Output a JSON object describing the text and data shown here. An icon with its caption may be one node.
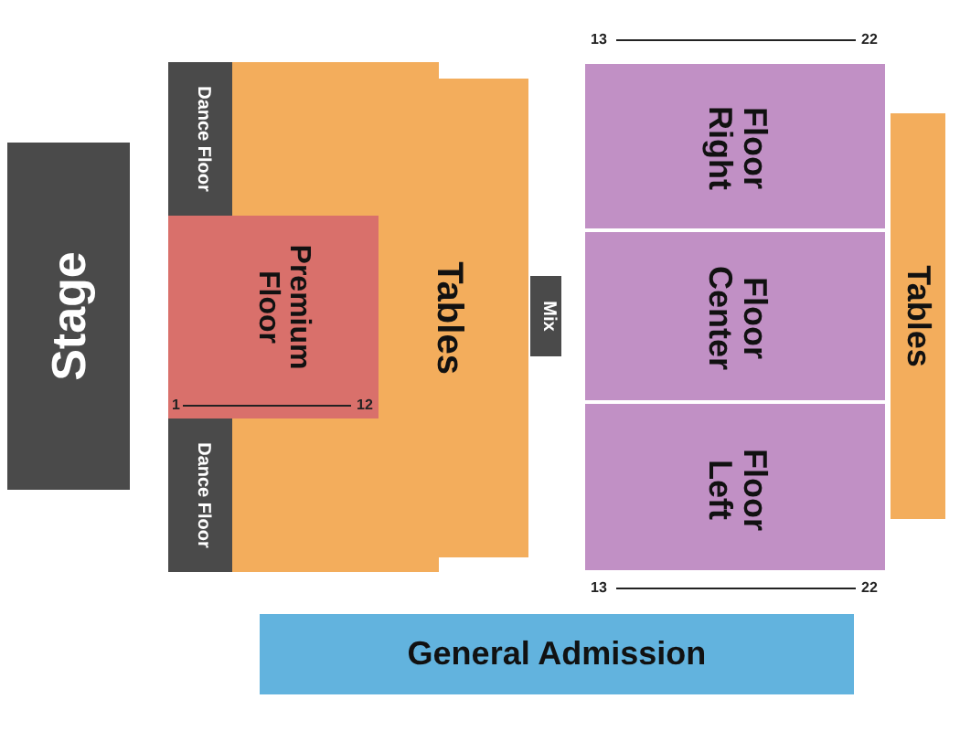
{
  "diagram": {
    "nodes": [
      {
        "text": [
          "Stage"
        ]
      },
      {
        "text": [
          "Dance Floor"
        ]
      },
      {
        "text": [
          "Tables"
        ]
      },
      {
        "text": [
          "Premium Floor"
        ]
      },
      {
        "text": [
          "Dance Floor"
        ]
      },
      {
        "text": [
          "Mix"
        ]
      },
      {
        "text": [
          "Floor Right"
        ]
      },
      {
        "text": [
          "Floor Center"
        ]
      },
      {
        "text": [
          "Floor Left"
        ]
      },
      {
        "text": [
          "Tables"
        ]
      },
      {
        "text": [
          "General Admission"
        ]
      }
    ],
    "labels": [
      "13",
      "22",
      "1",
      "12",
      "13",
      "22"
    ]
  }
}
